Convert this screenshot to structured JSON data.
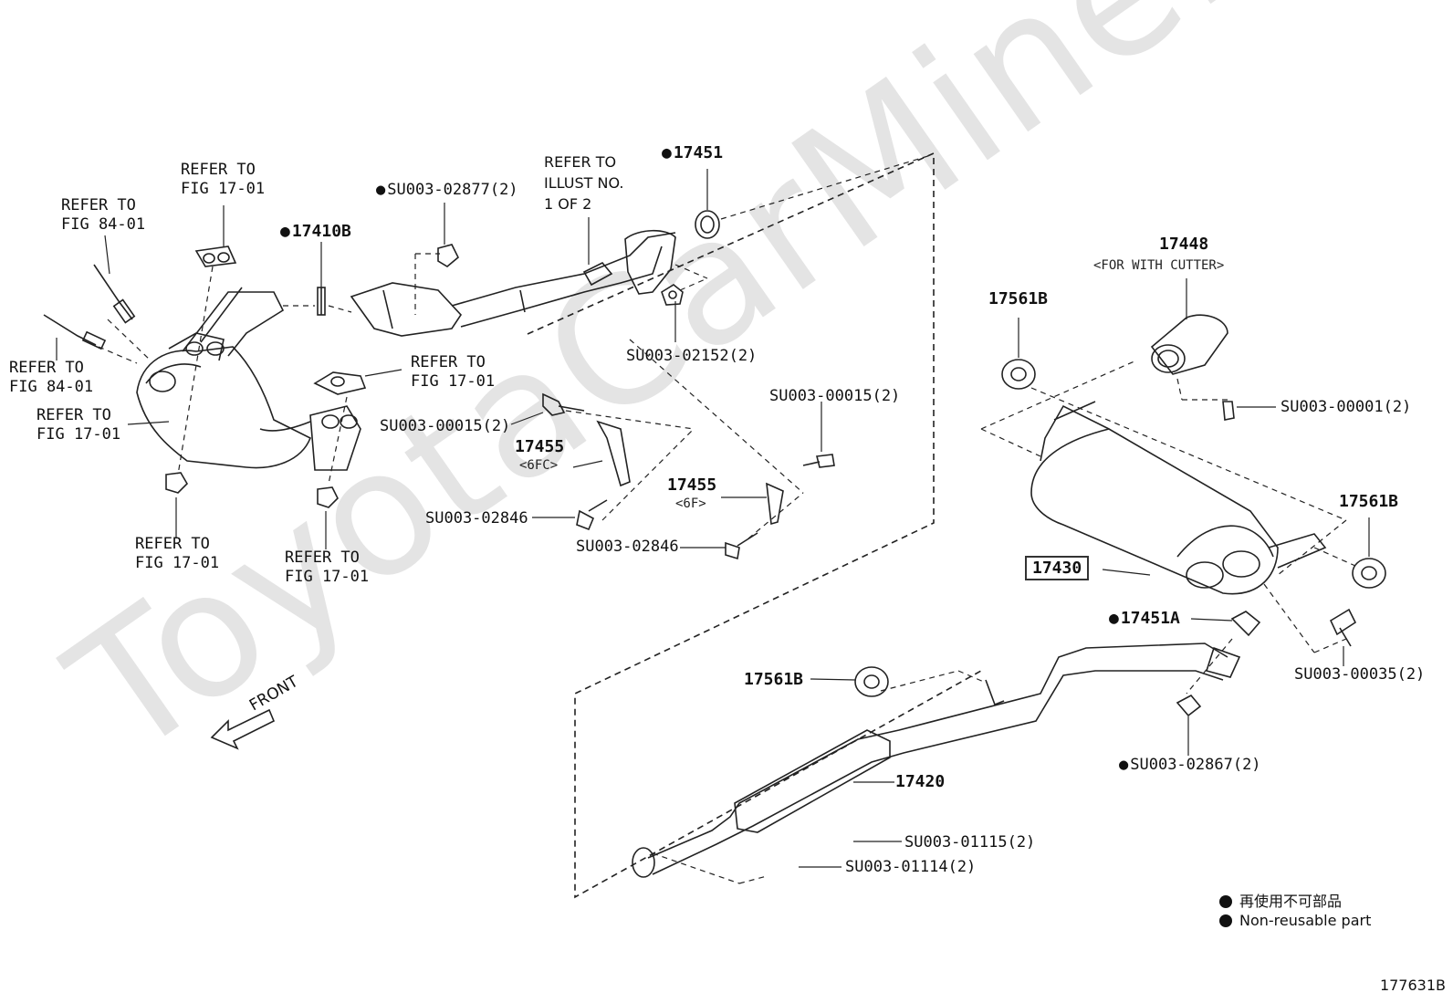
{
  "watermark": "ToyotaCarMine.ru",
  "labels": {
    "refer_84_top": "REFER TO\nFIG 84-01",
    "refer_17_top": "REFER TO\nFIG 17-01",
    "p17410B": "17410B",
    "su_02877": "SU003-02877(2)",
    "refer_illust": "REFER TO\nILLUST NO.\n1 OF 2",
    "p17451": "17451",
    "refer_84_left": "REFER TO\nFIG 84-01",
    "refer_17_left": "REFER TO\nFIG 17-01",
    "refer_17_mid": "REFER TO\nFIG 17-01",
    "su_02152": "SU003-02152(2)",
    "su_00015_a": "SU003-00015(2)",
    "su_00015_b": "SU003-00015(2)",
    "p17455_a": "17455",
    "p17455_a_sub": "<6FC>",
    "p17455_b": "17455",
    "p17455_b_sub": "<6F>",
    "su_02846_a": "SU003-02846",
    "su_02846_b": "SU003-02846",
    "refer_17_bl": "REFER TO\nFIG 17-01",
    "refer_17_bm": "REFER TO\nFIG 17-01",
    "p17448": "17448",
    "p17448_sub": "<FOR WITH CUTTER>",
    "p17561B_a": "17561B",
    "su_00001": "SU003-00001(2)",
    "p17561B_b": "17561B",
    "p17430": "17430",
    "p17451A": "17451A",
    "su_00035": "SU003-00035(2)",
    "p17561B_c": "17561B",
    "su_02867": "SU003-02867(2)",
    "p17420": "17420",
    "su_01115": "SU003-01115(2)",
    "su_01114": "SU003-01114(2)",
    "front": "FRONT"
  },
  "legend": {
    "jp": "再使用不可部品",
    "en": "Non-reusable part"
  },
  "figure_code": "177631B"
}
